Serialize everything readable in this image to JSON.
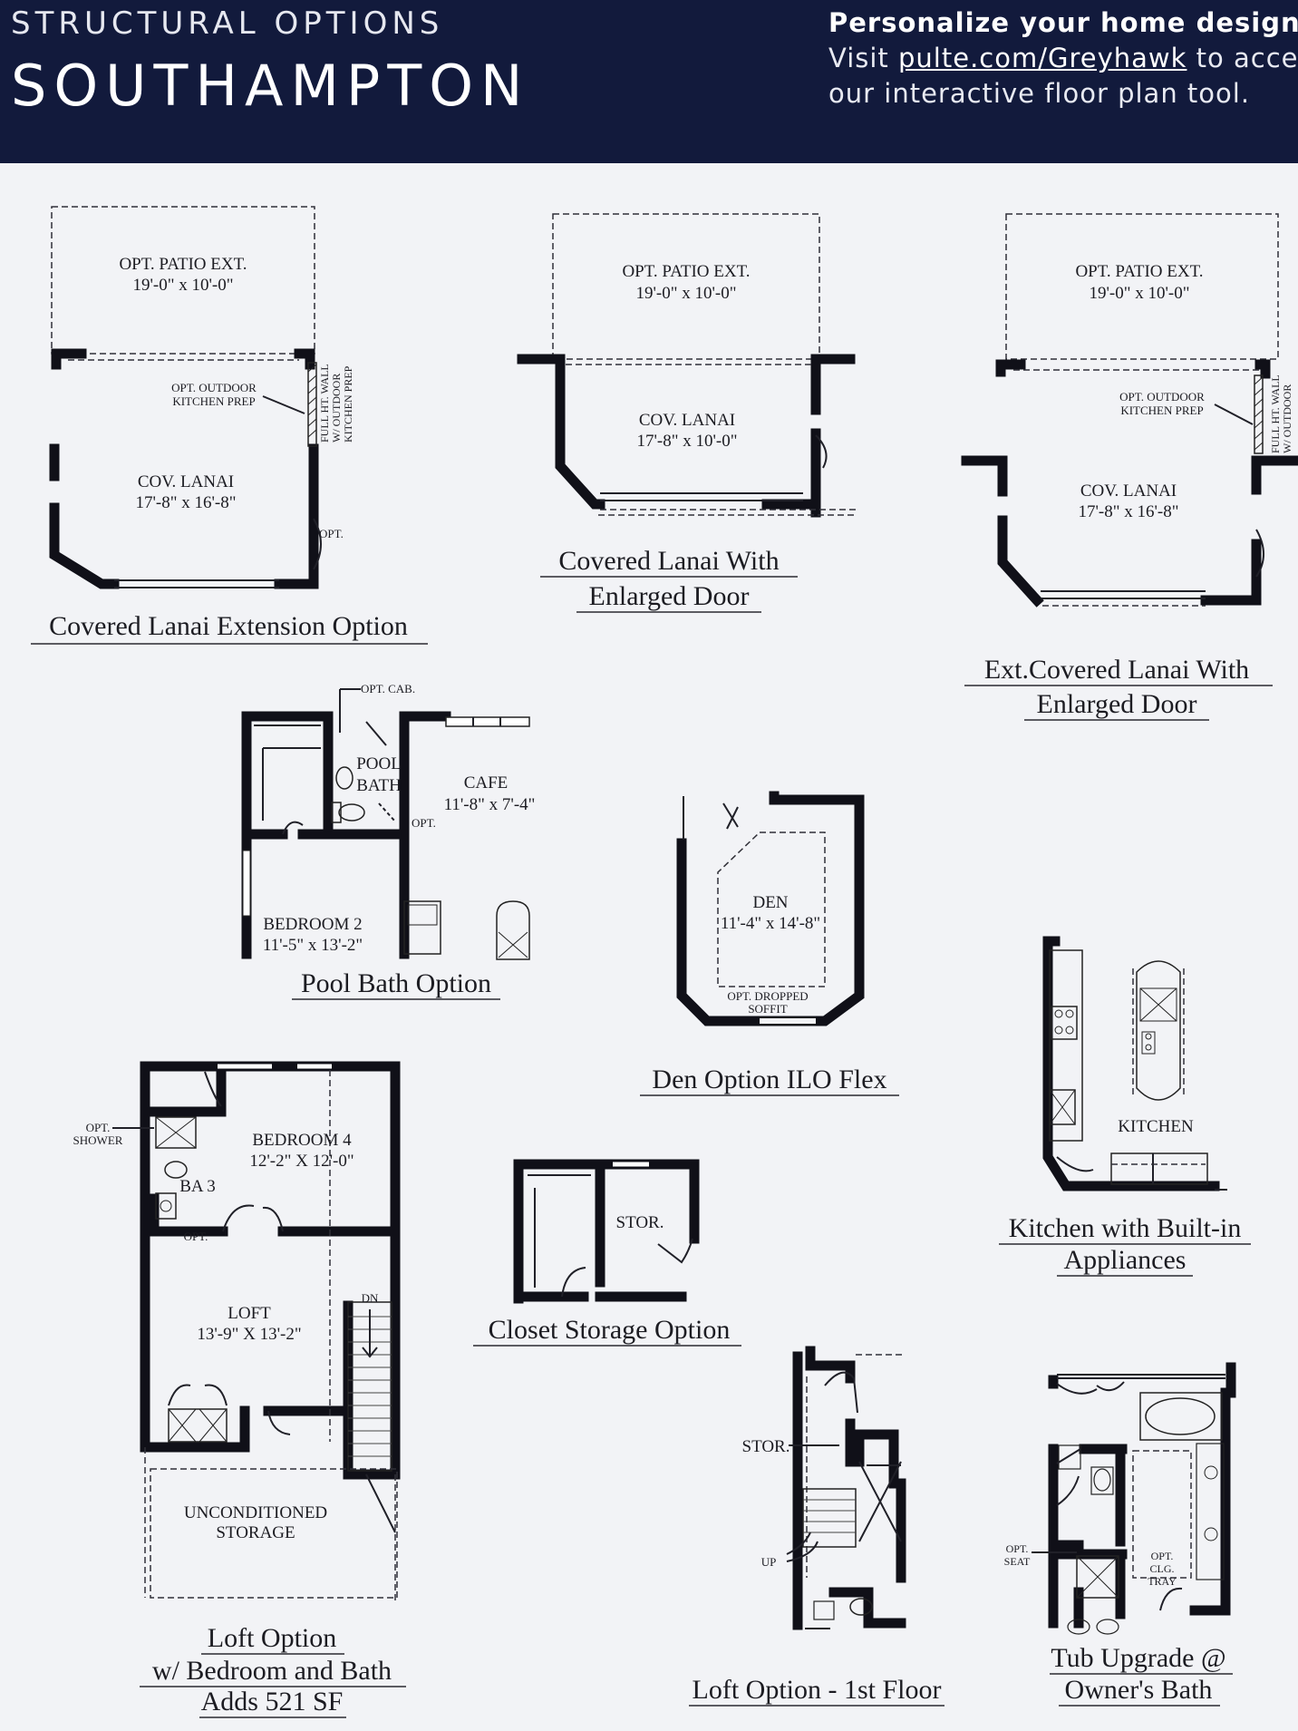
{
  "header": {
    "kicker": "STRUCTURAL OPTIONS",
    "title": "SOUTHAMPTON",
    "cta": "Personalize your home design.",
    "line2_pre": "Visit ",
    "link": "pulte.com/Greyhawk",
    "line2_post": " to access",
    "line3": "our interactive floor plan tool."
  },
  "plans": {
    "lanai_ext": {
      "patio_name": "OPT. PATIO EXT.",
      "patio_size": "19'-0\" x 10'-0\"",
      "outdoor_1": "OPT. OUTDOOR",
      "outdoor_2": "KITCHEN PREP",
      "wall_1": "FULL HT. WALL",
      "wall_2": "W/ OUTDOOR",
      "wall_3": "KITCHEN PREP",
      "lanai_name": "COV. LANAI",
      "lanai_size": "17'-8\" x 16'-8\"",
      "opt": "OPT.",
      "caption": "Covered Lanai Extension Option"
    },
    "lanai_door": {
      "patio_name": "OPT. PATIO EXT.",
      "patio_size": "19'-0\" x 10'-0\"",
      "lanai_name": "COV. LANAI",
      "lanai_size": "17'-8\" x 10'-0\"",
      "caption_1": "Covered Lanai  With",
      "caption_2": "Enlarged Door"
    },
    "ext_lanai_door": {
      "patio_name": "OPT. PATIO EXT.",
      "patio_size": "19'-0\" x 10'-0\"",
      "outdoor_1": "OPT. OUTDOOR",
      "outdoor_2": "KITCHEN PREP",
      "wall_1": "FULL HT. WALL",
      "wall_2": "W/ OUTDOOR",
      "lanai_name": "COV. LANAI",
      "lanai_size": "17'-8\" x 16'-8\"",
      "caption_1": "Ext.Covered Lanai  With",
      "caption_2": "Enlarged Door"
    },
    "pool_bath": {
      "opt_cab": "OPT. CAB.",
      "pool_1": "POOL",
      "pool_2": "BATH",
      "cafe_name": "CAFE",
      "cafe_size": "11'-8\" x 7'-4\"",
      "opt": "OPT.",
      "bedroom_name": "BEDROOM 2",
      "bedroom_size": "11'-5\" x 13'-2\"",
      "caption": "Pool Bath Option"
    },
    "den": {
      "name": "DEN",
      "size": "11'-4\" x 14'-8\"",
      "soffit_1": "OPT. DROPPED",
      "soffit_2": "SOFFIT",
      "caption": "Den Option ILO Flex"
    },
    "kitchen": {
      "name": "KITCHEN",
      "caption_1": "Kitchen with Built-in",
      "caption_2": "Appliances"
    },
    "loft": {
      "shower_1": "OPT.",
      "shower_2": "SHOWER",
      "bedroom_name": "BEDROOM 4",
      "bedroom_size": "12'-2\" X 12'-0\"",
      "bath": "BA 3",
      "opt": "OPT.",
      "loft_name": "LOFT",
      "loft_size": "13'-9\" X 13'-2\"",
      "dn": "DN",
      "storage_1": "UNCONDITIONED",
      "storage_2": "STORAGE",
      "caption_1": "Loft Option",
      "caption_2": "w/ Bedroom and Bath",
      "caption_3": "Adds 521 SF"
    },
    "closet": {
      "stor": "STOR.",
      "caption": "Closet Storage Option"
    },
    "loft_first": {
      "stor": "STOR.",
      "up": "UP",
      "caption": "Loft Option - 1st Floor"
    },
    "tub": {
      "seat_1": "OPT.",
      "seat_2": "SEAT",
      "tray_1": "OPT.",
      "tray_2": "CLG.",
      "tray_3": "TRAY",
      "caption_1": "Tub Upgrade @",
      "caption_2": "Owner's Bath"
    }
  }
}
